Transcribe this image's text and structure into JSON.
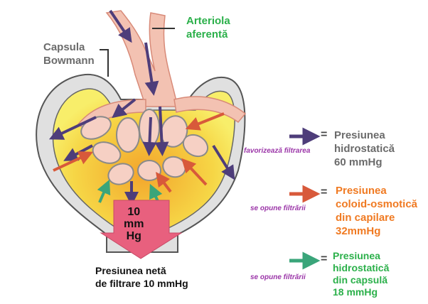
{
  "labels": {
    "arteriole": "Arteriola\naferentă",
    "capsule": "Capsula\nBowmann",
    "arrow_value": "10\nmm\nHg",
    "net_pressure": "Presiunea netă\nde filtrare 10 mmHg"
  },
  "legend": [
    {
      "note": "favorizează filtrarea",
      "equals": "=",
      "text": "Presiunea\nhidrostatică\n60 mmHg",
      "color": "#4e3d7a",
      "icon": "purple-arrow-icon"
    },
    {
      "note": "se opune filtrării",
      "equals": "=",
      "text": "Presiunea\ncoloid-osmotică\ndin capilare\n32mmHg",
      "color": "#d8593a",
      "icon": "red-arrow-icon"
    },
    {
      "note": "se opune filtrării",
      "equals": "=",
      "text": "Presiunea\nhidrostatică\ndin capsulă\n18 mmHg",
      "color": "#3aa57a",
      "icon": "green-arrow-icon"
    }
  ],
  "colors": {
    "purple": "#4e3d7a",
    "red": "#d8593a",
    "green": "#3aa57a",
    "pink_arrow": "#e8607e",
    "capsule_yellow": "#f5e84a",
    "capsule_orange": "#f0b236",
    "vessel_pink": "#f3b8a6"
  }
}
